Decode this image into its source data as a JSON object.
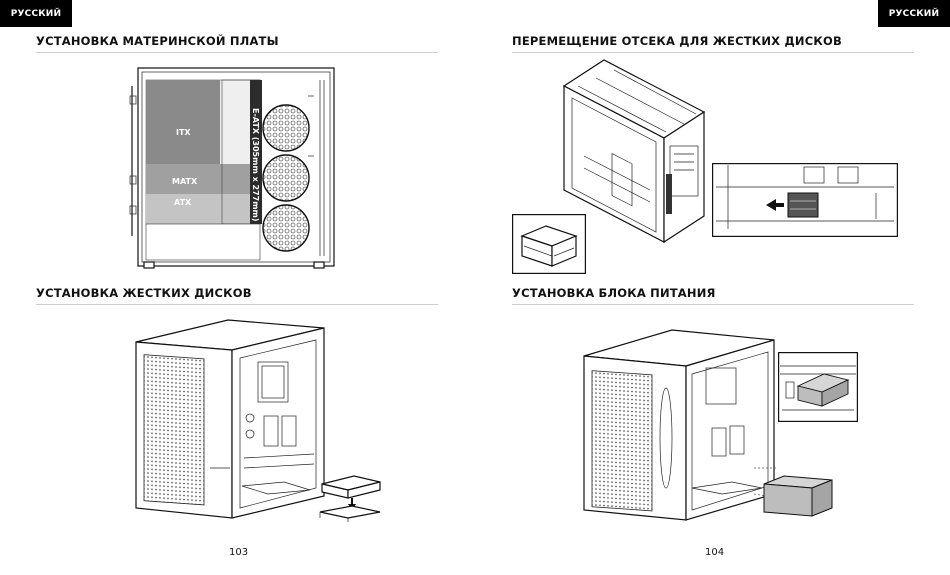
{
  "header": {
    "lang_left": "РУССКИЙ",
    "lang_right": "РУССКИЙ"
  },
  "left_page": {
    "section_motherboard": {
      "title": "УСТАНОВКА МАТЕРИНСКОЙ ПЛАТЫ",
      "labels": {
        "itx": "ITX",
        "matx": "MATX",
        "atx": "ATX",
        "eatx": "E-ATX (305mm x 277mm)"
      }
    },
    "section_drives": {
      "title": "УСТАНОВКА ЖЕСТКИХ ДИСКОВ"
    },
    "page_number": "103"
  },
  "right_page": {
    "section_drive_cage": {
      "title": "ПЕРЕМЕЩЕНИЕ ОТСЕКА ДЛЯ ЖЕСТКИХ ДИСКОВ"
    },
    "section_psu": {
      "title": "УСТАНОВКА БЛОКА ПИТАНИЯ"
    },
    "page_number": "104"
  }
}
